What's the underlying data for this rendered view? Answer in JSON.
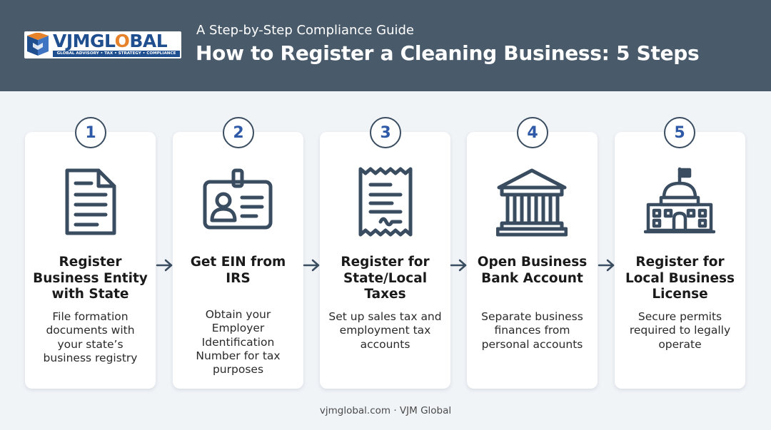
{
  "brand": {
    "name_part1": "VJM",
    "name_part2": "GL",
    "name_part3": "BAL",
    "tagline": "GLOBAL ADVISORY • TAX • STRATEGY • COMPLIANCE"
  },
  "header": {
    "subtitle": "A Step-by-Step Compliance Guide",
    "title": "How to Register a Cleaning Business: 5 Steps"
  },
  "colors": {
    "header_bg": "#495a6a",
    "page_bg": "#f1f4f7",
    "badge_number": "#2f5aa8",
    "icon_stroke": "#3a4d60",
    "logo_blue": "#1f4f8f",
    "logo_orange": "#e6832a"
  },
  "steps": [
    {
      "number": "1",
      "icon": "document-icon",
      "title": "Register Business Entity with State",
      "description": "File formation documents with your state’s business registry"
    },
    {
      "number": "2",
      "icon": "id-card-icon",
      "title": "Get EIN from IRS",
      "description": "Obtain your Employer Identification Number for tax purposes"
    },
    {
      "number": "3",
      "icon": "receipt-icon",
      "title": "Register for State/Local Taxes",
      "description": "Set up sales tax and employment tax accounts"
    },
    {
      "number": "4",
      "icon": "bank-icon",
      "title": "Open Business Bank Account",
      "description": "Separate business finances from personal accounts"
    },
    {
      "number": "5",
      "icon": "government-building-icon",
      "title": "Register for Local Business License",
      "description": "Secure permits required to legally operate"
    }
  ],
  "footer": {
    "text": "vjmglobal.com · VJM Global"
  }
}
